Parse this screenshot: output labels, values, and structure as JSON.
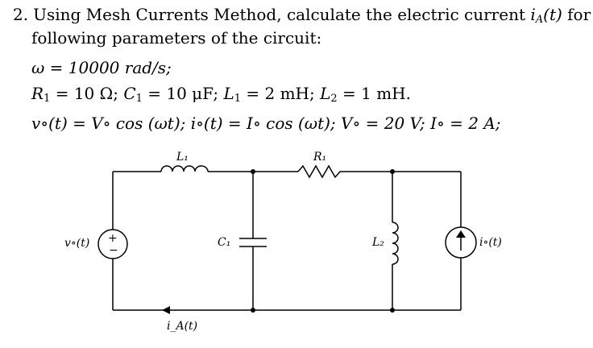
{
  "problem": {
    "number": "2.",
    "text_line1": "Using Mesh Currents Method, calculate the electric current",
    "target_var": "i",
    "target_sub": "A",
    "target_arg": "(t)",
    "text_line1_end": "for the",
    "text_line2": "following parameters of the circuit:",
    "omega": "ω = 10000 rad/s;",
    "r1": "R",
    "r1_val": " = 10 Ω; ",
    "c1": "C",
    "c1_val": " = 10 μF; ",
    "l1": "L",
    "l1_val": " = 2 mH; ",
    "l2": "L",
    "l2_val": " = 1 mH.",
    "sources": "v∘(t) = V∘ cos (ωt); i∘(t) = I∘ cos (ωt); V∘ = 20 V; I∘ = 2 A;"
  },
  "circuit": {
    "label_L1": "L₁",
    "label_R1": "R₁",
    "label_C1": "C₁",
    "label_L2": "L₂",
    "label_vsrc": "v∘(t)",
    "label_isrc": "i∘(t)",
    "label_iA": "i_A(t)",
    "vsrc_plus": "+",
    "vsrc_minus": "−"
  }
}
